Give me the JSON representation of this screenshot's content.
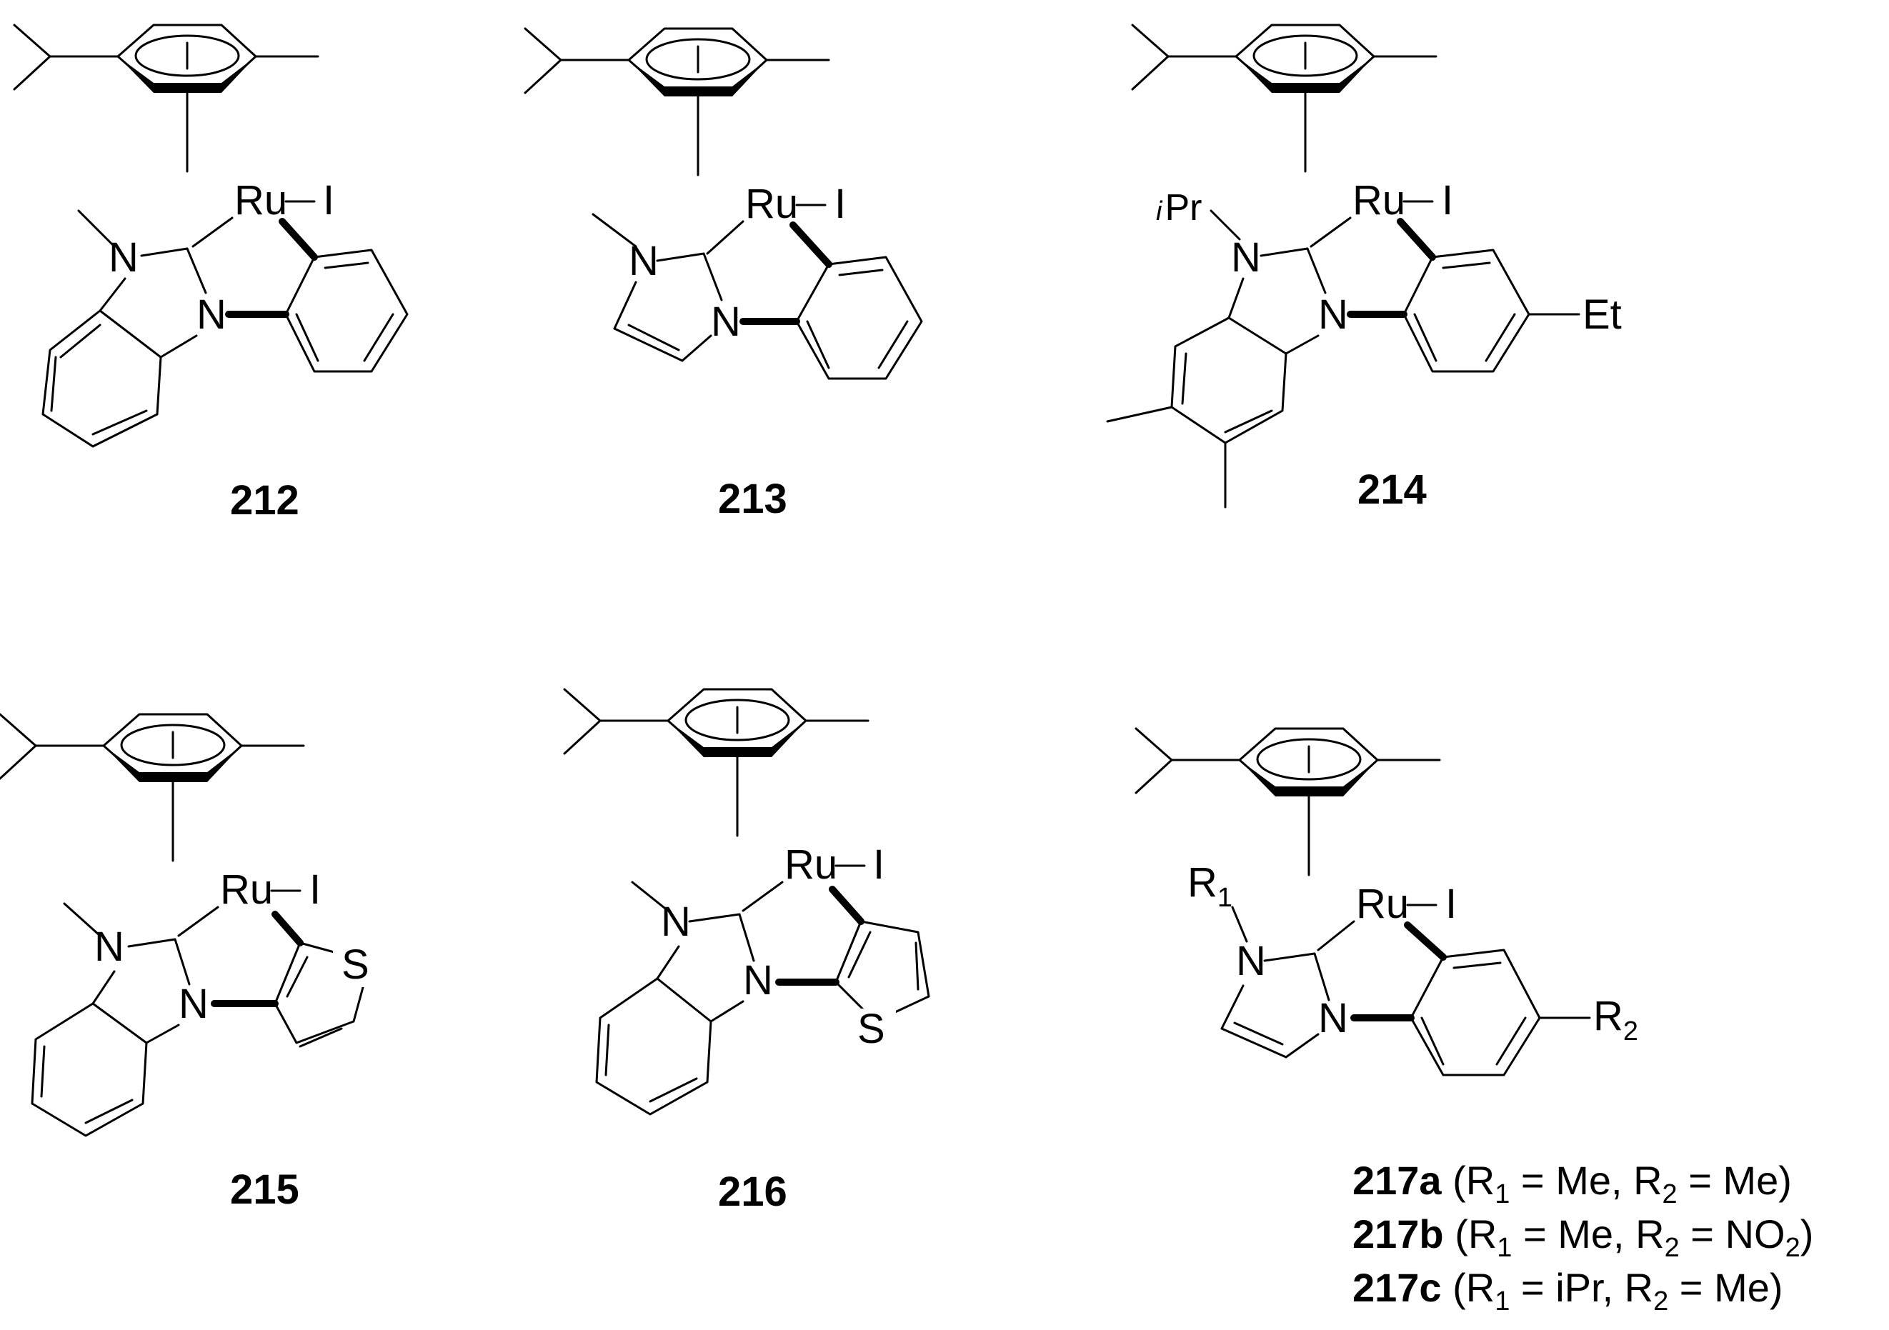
{
  "atoms": {
    "metal": "Ru",
    "halide": "I",
    "nitrogen": "N",
    "sulfur": "S",
    "ethyl": "Et",
    "isopropyl_prefix": "i",
    "isopropyl": "Pr",
    "r1_letter": "R",
    "r1_index": "1",
    "r2_letter": "R",
    "r2_index": "2"
  },
  "compounds": [
    {
      "id": "212"
    },
    {
      "id": "213"
    },
    {
      "id": "214"
    },
    {
      "id": "215"
    },
    {
      "id": "216"
    }
  ],
  "legend": [
    {
      "id": "217a",
      "text": " (R",
      "s1": "1",
      "mid": " = Me, R",
      "s2": "2",
      "end": " = Me)",
      "s3": "",
      "tail": ""
    },
    {
      "id": "217b",
      "text": " (R",
      "s1": "1",
      "mid": " = Me, R",
      "s2": "2",
      "end": " = NO",
      "s3": "2",
      "tail": ")"
    },
    {
      "id": "217c",
      "text": " (R",
      "s1": "1",
      "mid": " = iPr, R",
      "s2": "2",
      "end": " = Me)",
      "s3": "",
      "tail": ""
    }
  ]
}
